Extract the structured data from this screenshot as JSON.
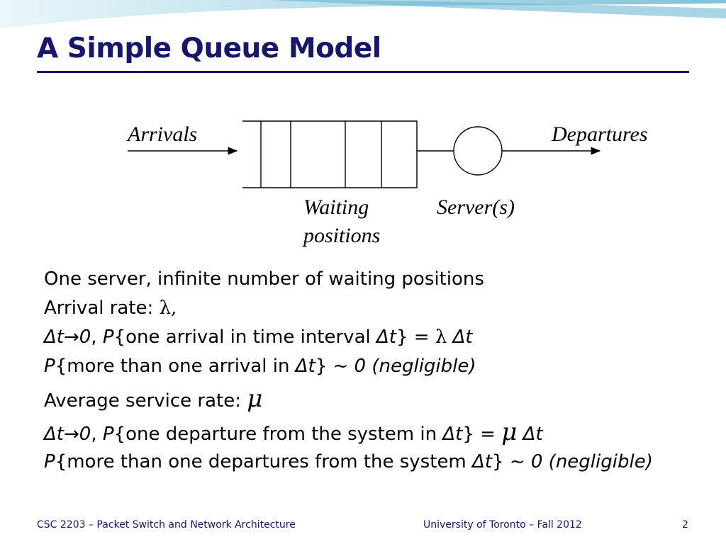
{
  "slide": {
    "title": "A Simple Queue Model",
    "diagram": {
      "arrivals": "Arrivals",
      "departures": "Departures",
      "waiting_line1": "Waiting",
      "waiting_line2": "positions",
      "server": "Server(s)"
    },
    "body": {
      "l1": "One server, infinite number of waiting positions",
      "l2_prefix": "Arrival rate: ",
      "l2_symbol": "λ,",
      "l3": {
        "a": "Δt",
        "b": "→",
        "c": "0",
        "d": ", ",
        "e": "P",
        "f": "{one arrival in time interval ",
        "g": "Δt",
        "h": "} = ",
        "i": "λ",
        "j": "Δt"
      },
      "l4": {
        "a": "P",
        "b": "{more than one arrival in ",
        "c": "Δt",
        "d": "} ~ ",
        "e": "0 (negligible)"
      },
      "l5_prefix": "Average service rate: ",
      "l5_symbol": "μ",
      "l6": {
        "a": "Δt",
        "b": "→",
        "c": "0",
        "d": ", ",
        "e": "P",
        "f": "{one departure from the system in ",
        "g": "Δt",
        "h": "} = ",
        "i": "μ",
        "j": "Δt"
      },
      "l7": {
        "a": "P",
        "b": "{more than one departures from the system ",
        "c": "Δt",
        "d": "} ~ ",
        "e": "0 (negligible)"
      }
    },
    "footer": {
      "course": "CSC 2203 – Packet Switch and Network Architecture",
      "university": "University of Toronto – Fall 2012",
      "page": "2"
    },
    "colors": {
      "title": "#17166e",
      "banner": "#8ec9dc"
    }
  }
}
